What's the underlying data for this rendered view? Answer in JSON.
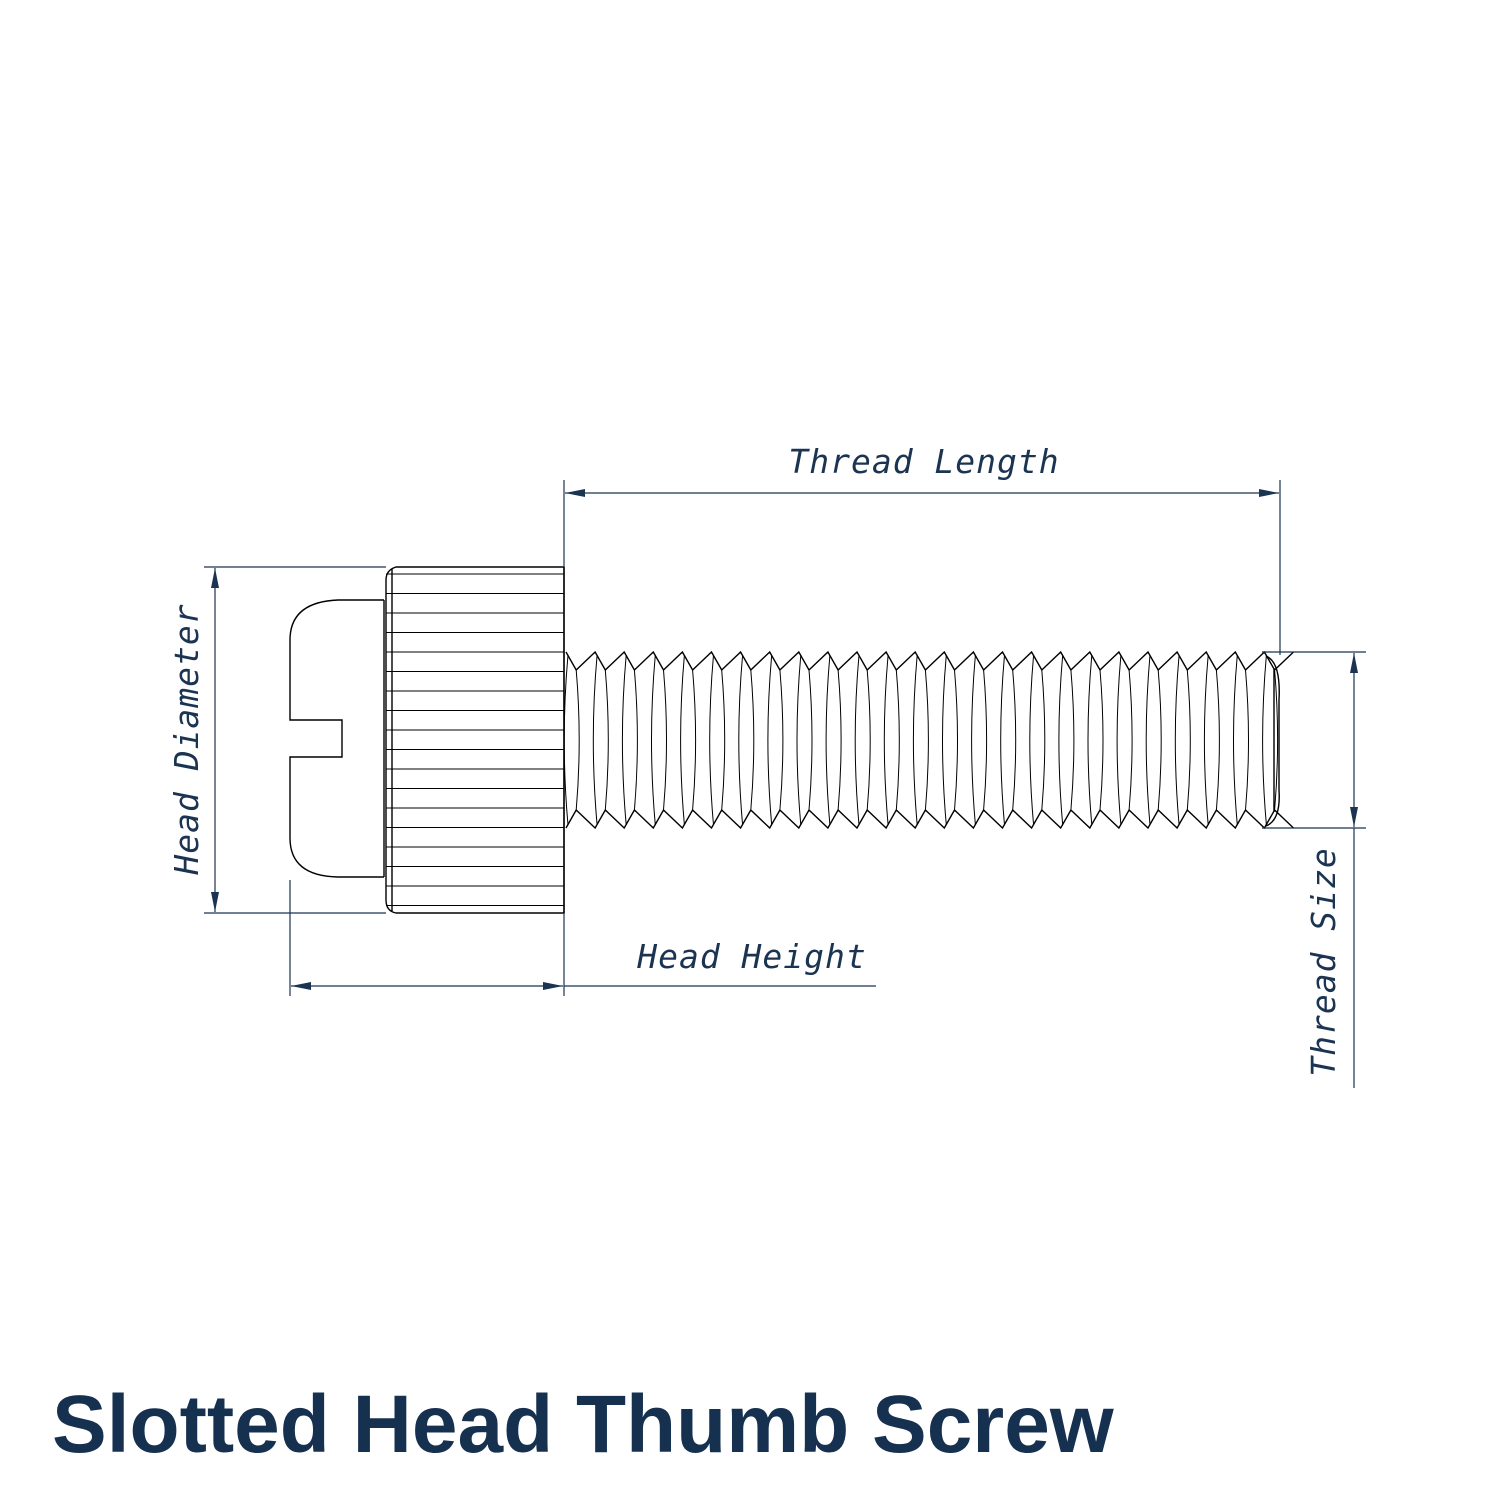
{
  "title": "Slotted Head Thumb Screw",
  "labels": {
    "thread_length": "Thread Length",
    "head_diameter": "Head Diameter",
    "head_height": "Head Height",
    "thread_size": "Thread Size"
  },
  "colors": {
    "dimension": "#1b3451",
    "outline": "#000000",
    "title": "#16304f",
    "background": "#ffffff"
  }
}
